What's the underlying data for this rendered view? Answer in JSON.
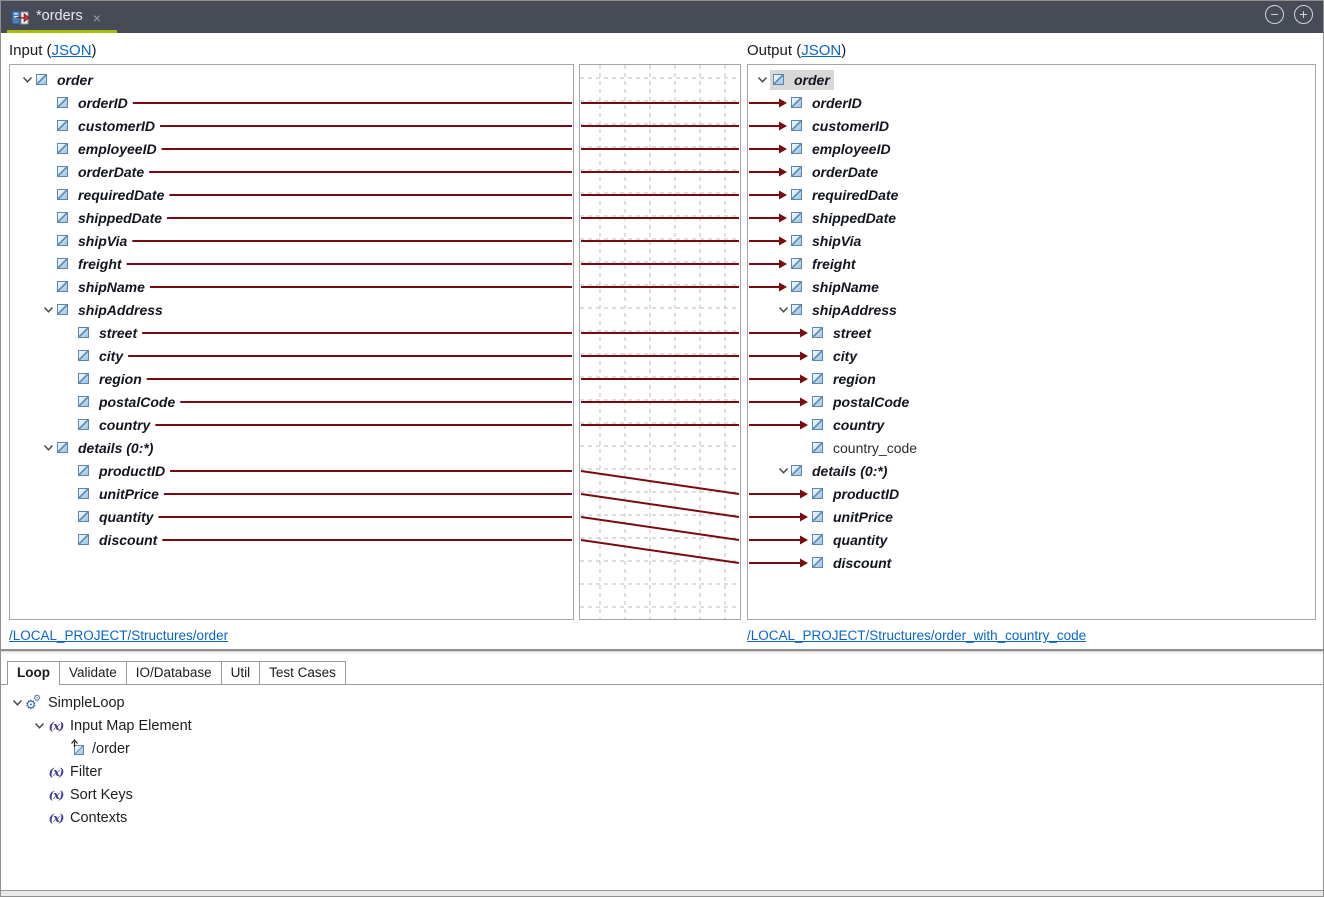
{
  "tab_bar": {
    "tab_title": "*orders",
    "close_glyph": "×",
    "minimize_glyph": "−",
    "maximize_glyph": "+"
  },
  "panes": {
    "input_header_prefix": "Input (",
    "output_header_prefix": "Output (",
    "header_link_label": "JSON",
    "header_suffix": ")",
    "input_path": "/LOCAL_PROJECT/Structures/order",
    "output_path": "/LOCAL_PROJECT/Structures/order_with_country_code"
  },
  "input_tree": [
    {
      "label": "order",
      "depth": 0,
      "container": true,
      "expanded": true
    },
    {
      "label": "orderID",
      "depth": 1,
      "mapped": true
    },
    {
      "label": "customerID",
      "depth": 1,
      "mapped": true
    },
    {
      "label": "employeeID",
      "depth": 1,
      "mapped": true
    },
    {
      "label": "orderDate",
      "depth": 1,
      "mapped": true
    },
    {
      "label": "requiredDate",
      "depth": 1,
      "mapped": true
    },
    {
      "label": "shippedDate",
      "depth": 1,
      "mapped": true
    },
    {
      "label": "shipVia",
      "depth": 1,
      "mapped": true
    },
    {
      "label": "freight",
      "depth": 1,
      "mapped": true
    },
    {
      "label": "shipName",
      "depth": 1,
      "mapped": true
    },
    {
      "label": "shipAddress",
      "depth": 1,
      "container": true,
      "expanded": true
    },
    {
      "label": "street",
      "depth": 2,
      "mapped": true
    },
    {
      "label": "city",
      "depth": 2,
      "mapped": true
    },
    {
      "label": "region",
      "depth": 2,
      "mapped": true
    },
    {
      "label": "postalCode",
      "depth": 2,
      "mapped": true
    },
    {
      "label": "country",
      "depth": 2,
      "mapped": true
    },
    {
      "label": "details (0:*)",
      "depth": 1,
      "container": true,
      "expanded": true
    },
    {
      "label": "productID",
      "depth": 2,
      "mapped": true
    },
    {
      "label": "unitPrice",
      "depth": 2,
      "mapped": true
    },
    {
      "label": "quantity",
      "depth": 2,
      "mapped": true
    },
    {
      "label": "discount",
      "depth": 2,
      "mapped": true
    }
  ],
  "output_tree": [
    {
      "label": "order",
      "depth": 0,
      "container": true,
      "expanded": true,
      "selected": true
    },
    {
      "label": "orderID",
      "depth": 1,
      "mapped": true
    },
    {
      "label": "customerID",
      "depth": 1,
      "mapped": true
    },
    {
      "label": "employeeID",
      "depth": 1,
      "mapped": true
    },
    {
      "label": "orderDate",
      "depth": 1,
      "mapped": true
    },
    {
      "label": "requiredDate",
      "depth": 1,
      "mapped": true
    },
    {
      "label": "shippedDate",
      "depth": 1,
      "mapped": true
    },
    {
      "label": "shipVia",
      "depth": 1,
      "mapped": true
    },
    {
      "label": "freight",
      "depth": 1,
      "mapped": true
    },
    {
      "label": "shipName",
      "depth": 1,
      "mapped": true
    },
    {
      "label": "shipAddress",
      "depth": 1,
      "container": true,
      "expanded": true
    },
    {
      "label": "street",
      "depth": 2,
      "mapped": true
    },
    {
      "label": "city",
      "depth": 2,
      "mapped": true
    },
    {
      "label": "region",
      "depth": 2,
      "mapped": true
    },
    {
      "label": "postalCode",
      "depth": 2,
      "mapped": true
    },
    {
      "label": "country",
      "depth": 2,
      "mapped": true
    },
    {
      "label": "country_code",
      "depth": 2,
      "muted": true
    },
    {
      "label": "details (0:*)",
      "depth": 1,
      "container": true,
      "expanded": true
    },
    {
      "label": "productID",
      "depth": 2,
      "mapped": true
    },
    {
      "label": "unitPrice",
      "depth": 2,
      "mapped": true
    },
    {
      "label": "quantity",
      "depth": 2,
      "mapped": true
    },
    {
      "label": "discount",
      "depth": 2,
      "mapped": true
    }
  ],
  "mappings": [
    [
      1,
      1
    ],
    [
      2,
      2
    ],
    [
      3,
      3
    ],
    [
      4,
      4
    ],
    [
      5,
      5
    ],
    [
      6,
      6
    ],
    [
      7,
      7
    ],
    [
      8,
      8
    ],
    [
      9,
      9
    ],
    [
      11,
      11
    ],
    [
      12,
      12
    ],
    [
      13,
      13
    ],
    [
      14,
      14
    ],
    [
      15,
      15
    ],
    [
      17,
      18
    ],
    [
      18,
      19
    ],
    [
      19,
      20
    ],
    [
      20,
      21
    ]
  ],
  "bottom_panel": {
    "tabs": [
      "Loop",
      "Validate",
      "IO/Database",
      "Util",
      "Test Cases"
    ],
    "active_tab": "Loop",
    "tree": [
      {
        "label": "SimpleLoop",
        "icon": "gears",
        "depth": 0,
        "expanded": true
      },
      {
        "label": "Input Map Element",
        "icon": "function",
        "depth": 1,
        "expanded": true
      },
      {
        "label": "/order",
        "icon": "node-ref",
        "depth": 2
      },
      {
        "label": "Filter",
        "icon": "function",
        "depth": 1
      },
      {
        "label": "Sort Keys",
        "icon": "function",
        "depth": 1
      },
      {
        "label": "Contexts",
        "icon": "function",
        "depth": 1
      }
    ]
  },
  "colors": {
    "mapping_line": "#7a0a12",
    "link_blue": "#0c64c8",
    "accent_green": "#a9bc0b",
    "grid_dash": "#bdbdbd",
    "selected_bg": "#d8d8d8"
  }
}
